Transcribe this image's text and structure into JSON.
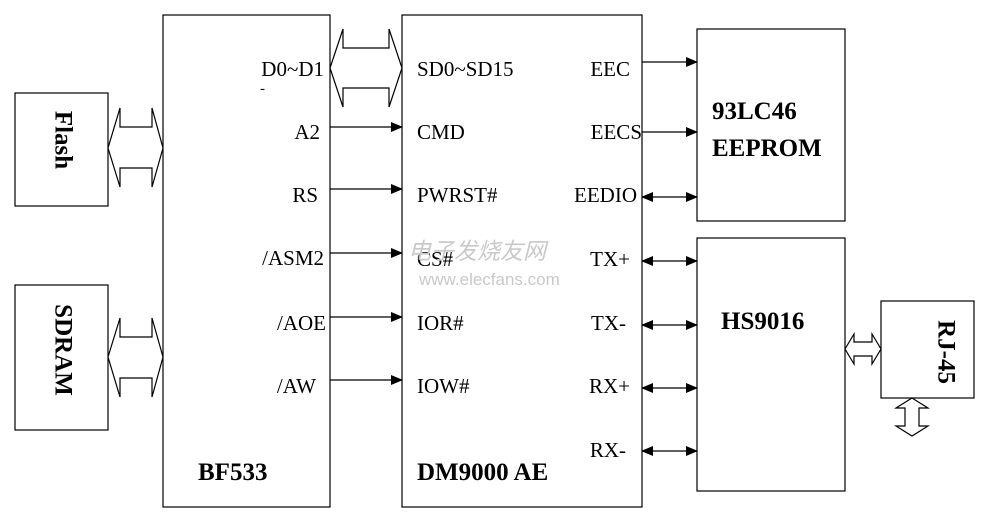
{
  "blocks": {
    "flash": "Flash",
    "sdram": "SDRAM",
    "bf533": "BF533",
    "dm9000": "DM9000 AE",
    "eeprom_line1": "93LC46",
    "eeprom_line2": "EEPROM",
    "hs9016": "HS9016",
    "rj45": "RJ-45"
  },
  "bf533_pins": {
    "data": "D0~D1",
    "data_tick": "-",
    "a2": "A2",
    "rs": "RS",
    "asm2": "/ASM2",
    "aoe": "/AOE",
    "aw": "/AW"
  },
  "dm9000_left_pins": {
    "sd": "SD0~SD15",
    "cmd": "CMD",
    "pwrst": "PWRST#",
    "cs": "CS#",
    "ior": "IOR#",
    "iow": "IOW#"
  },
  "dm9000_right_pins": {
    "eec": "EEC",
    "eecs": "EECS",
    "eedio": "EEDIO",
    "txp": "TX+",
    "txm": "TX-",
    "rxp": "RX+",
    "rxm": "RX-"
  },
  "watermark": {
    "cn": "电子发烧友网",
    "url": "www.elecfans.com"
  }
}
